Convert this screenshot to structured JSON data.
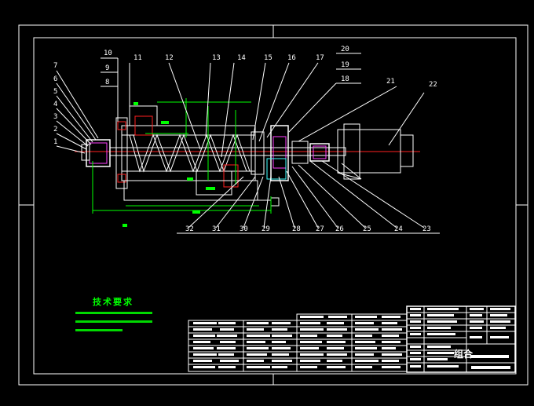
{
  "drawing": {
    "callouts_top": [
      "10",
      "9",
      "8",
      "11",
      "12",
      "13",
      "14",
      "15",
      "16",
      "17",
      "20",
      "19",
      "18",
      "21",
      "22"
    ],
    "callouts_left": [
      "7",
      "6",
      "5",
      "4",
      "3",
      "2",
      "1"
    ],
    "callouts_bottom": [
      "32",
      "31",
      "30",
      "29",
      "28",
      "27",
      "26",
      "25",
      "24",
      "23"
    ]
  },
  "notes": {
    "title": "技术要求"
  },
  "title_block": {
    "assembly_label": "组合"
  },
  "colors": {
    "background": "#000000",
    "outline": "#ffffff",
    "dimension": "#00ff00",
    "centerline": "#ff2020",
    "accent": "#ff40ff"
  }
}
